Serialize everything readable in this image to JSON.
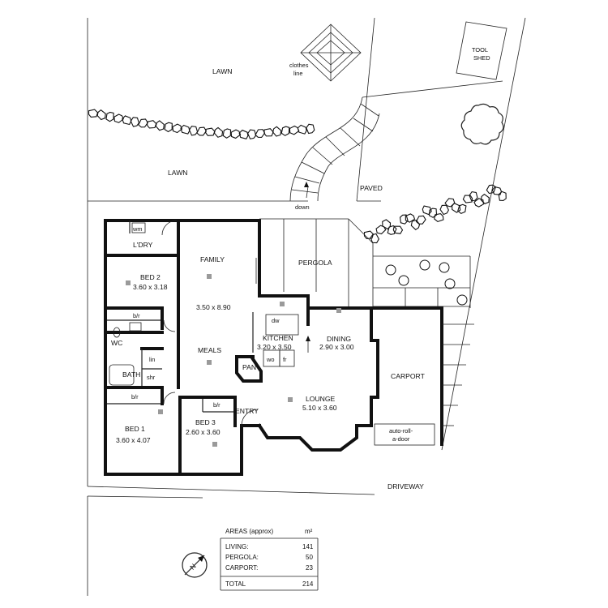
{
  "outdoor": {
    "lawn_top": "LAWN",
    "lawn_mid": "LAWN",
    "clothes_line": [
      "clothes",
      "line"
    ],
    "tool_shed": [
      "TOOL",
      "SHED"
    ],
    "paved": "PAVED",
    "down": "down",
    "driveway": "DRIVEWAY"
  },
  "rooms": {
    "ldry": "L'DRY",
    "wm": "wm",
    "bed2": "BED 2",
    "bed2_size": "3.60 x 3.18",
    "bir_bed2": "b/r",
    "wc": "WC",
    "bath": "BATH",
    "lin": "lin",
    "shr": "shr",
    "bir_bed1": "b/r",
    "bed1": "BED 1",
    "bed1_size": "3.60 x 4.07",
    "family": "FAMILY",
    "family_size": "3.50 x 8.90",
    "meals": "MEALS",
    "bed3": "BED 3",
    "bed3_size": "2.60 x 3.60",
    "bir_bed3": "b/r",
    "entry": "ENTRY",
    "pergola": "PERGOLA",
    "kitchen": "KITCHEN",
    "kitchen_size": "3.20 x 3.50",
    "dw": "dw",
    "wo": "wo",
    "fr": "fr",
    "pan": "PAN",
    "dining": "DINING",
    "dining_size": "2.90 x 3.00",
    "lounge": "LOUNGE",
    "lounge_size": "5.10 x 3.60",
    "carport": "CARPORT",
    "auto_door": [
      "auto-roll-",
      "a-door"
    ]
  },
  "areas_table": {
    "title": "AREAS (approx)",
    "unit": "m²",
    "rows": [
      {
        "label": "LIVING:",
        "value": "141"
      },
      {
        "label": "PERGOLA:",
        "value": "50"
      },
      {
        "label": "CARPORT:",
        "value": "23"
      }
    ],
    "total": {
      "label": "TOTAL",
      "value": "214"
    }
  },
  "north_arrow": {
    "letter": "N"
  }
}
